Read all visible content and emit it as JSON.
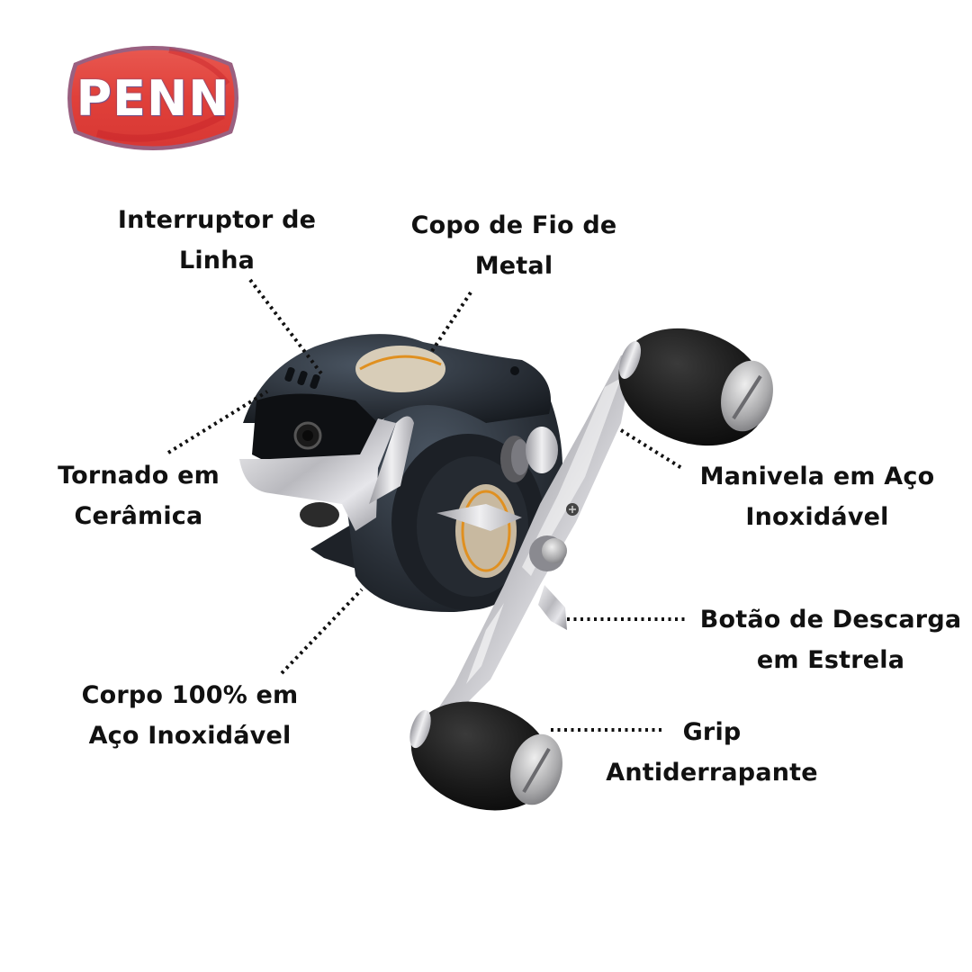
{
  "brand": {
    "logo_text": "PENN",
    "logo_color": "#e0403a",
    "logo_border": "#a04a6a"
  },
  "product": {
    "name": "baitcasting-fishing-reel",
    "body_color": "#2a3038",
    "accent_color": "#e09020",
    "metal_color": "#c8c8cc",
    "grip_color": "#141414"
  },
  "callouts": [
    {
      "id": "line-switch",
      "line1": "Interruptor de",
      "line2": "Linha"
    },
    {
      "id": "metal-wire-cup",
      "line1": "Copo de Fio de",
      "line2": "Metal"
    },
    {
      "id": "ceramic-guide",
      "line1": "Tornado em",
      "line2": "Cerâmica"
    },
    {
      "id": "stainless-crank",
      "line1": "Manivela em Aço",
      "line2": "Inoxidável"
    },
    {
      "id": "star-drag",
      "line1": "Botão de Descarga",
      "line2": "em Estrela"
    },
    {
      "id": "stainless-body",
      "line1": "Corpo 100% em",
      "line2": "Aço Inoxidável"
    },
    {
      "id": "nonslip-grip",
      "line1": "Grip",
      "line2": "Antiderrapante"
    }
  ],
  "leader_style": {
    "color": "#111111",
    "dash": "3 4.5",
    "width": 4
  }
}
